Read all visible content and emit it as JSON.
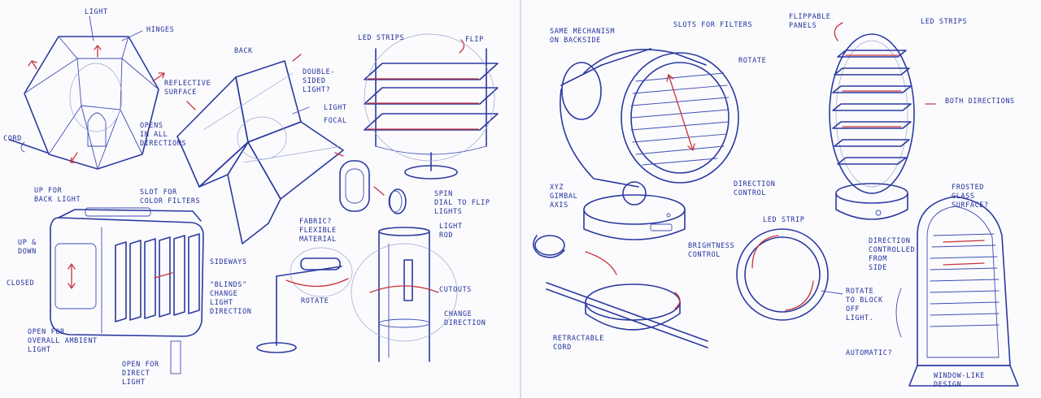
{
  "colors": {
    "ink": "#2b3aa0",
    "accent": "#c8323c",
    "paper": "#fbfbfd"
  },
  "labels": {
    "light": "LIGHT",
    "hinges": "HINGES",
    "reflective": "REFLECTIVE\nSURFACE",
    "opens": "OPENS\nIN ALL\nDIRECTIONS",
    "cord": "CORD",
    "back": "BACK",
    "double_sided": "DOUBLE-\nSIDED\nLIGHT?",
    "light2": "LIGHT",
    "focal": "FOCAL",
    "led_strips_1": "LED STRIPS",
    "flip": "FLIP",
    "up_back": "UP FOR\nBACK LIGHT",
    "slot_color": "SLOT FOR\nCOLOR FILTERS",
    "up_down": "UP &\nDOWN",
    "closed": "CLOSED",
    "sideways": "SIDEWAYS",
    "blinds": "\"BLINDS\"\nCHANGE\nLIGHT\nDIRECTION",
    "open_overall": "OPEN FOR\nOVERALL AMBIENT\nLIGHT",
    "open_direct": "OPEN FOR\nDIRECT\nLIGHT",
    "fabric": "FABRIC?\nFLEXIBLE\nMATERIAL",
    "rotate_1": "ROTATE",
    "spin": "SPIN\nDIAL TO FLIP\nLIGHTS",
    "light_rod": "LIGHT\nROD",
    "cutouts": "CUTOUTS",
    "change_dir": "CHANGE\nDIRECTION",
    "same_mech": "SAME MECHANISM\nON BACKSIDE",
    "slots_filters": "SLOTS FOR FILTERS",
    "rotate_2": "ROTATE",
    "xyz": "XYZ\nGIMBAL\nAXIS",
    "direction_control": "DIRECTION\nCONTROL",
    "brightness": "BRIGHTNESS\nCONTROL",
    "retractable": "RETRACTABLE\nCORD",
    "flippable": "FLIPPABLE\nPANELS",
    "led_strips_2": "LED STRIPS",
    "both_dir": "BOTH DIRECTIONS",
    "led_strip_3": "LED STRIP",
    "rotate_block": "ROTATE\nTO BLOCK\nOFF\nLIGHT.",
    "frosted": "FROSTED\nGLASS\nSURFACE?",
    "dir_side": "DIRECTION\nCONTROLLED\nFROM\nSIDE",
    "automatic": "AUTOMATIC?",
    "window_like": "WINDOW-LIKE\nDESIGN"
  }
}
